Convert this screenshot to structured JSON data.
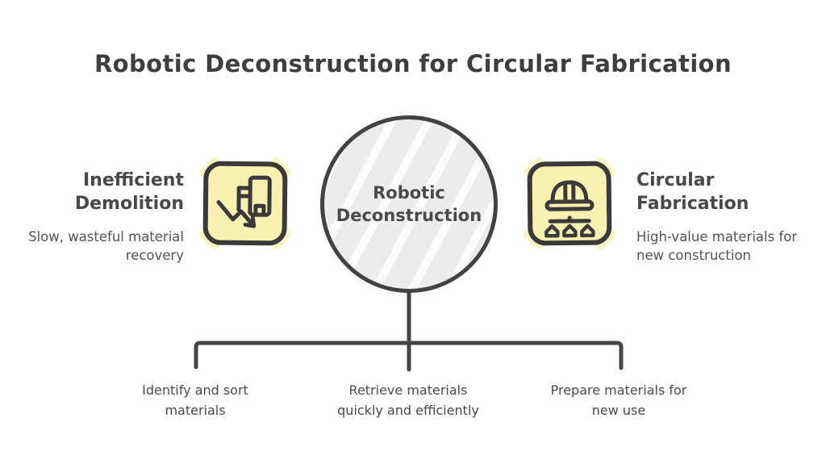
{
  "title": "Robotic Deconstruction for Circular Fabrication",
  "center_node": {
    "label": "Robotic\nDeconstruction"
  },
  "left_item": {
    "heading": "Inefficient Demolition",
    "description": "Slow, wasteful material recovery",
    "icon": "building-decline-icon"
  },
  "right_item": {
    "heading": "Circular Fabrication",
    "description": "High-value materials for new construction",
    "icon": "hard-hat-materials-icon"
  },
  "steps": [
    {
      "label": "Identify and sort\nmaterials"
    },
    {
      "label": "Retrieve materials\nquickly and efficiently"
    },
    {
      "label": "Prepare materials for\nnew use"
    }
  ],
  "colors": {
    "ink": "#3a3a3a",
    "line": "#454545",
    "heading_text": "#494949",
    "body_text": "#535353",
    "title_text": "#3e3e3e",
    "icon_fill": "#f9f0b2",
    "icon_highlight": "#faf3c6",
    "circle_fill": "#ececec",
    "background": "#ffffff"
  }
}
